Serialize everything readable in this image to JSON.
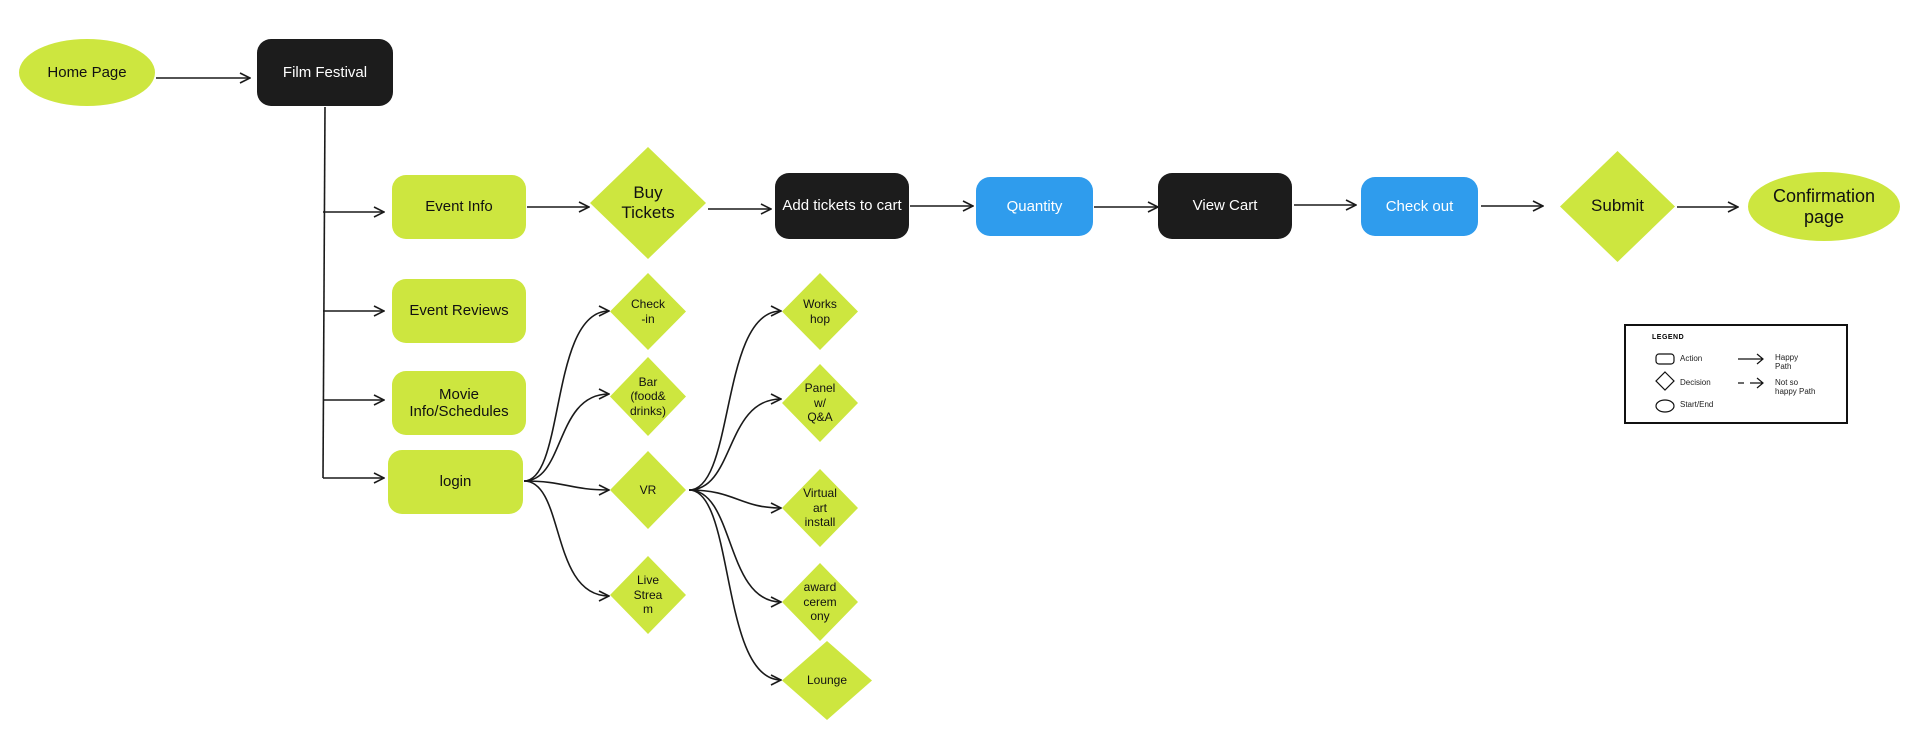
{
  "nodes": {
    "home": "Home Page",
    "film_festival": "Film Festival",
    "event_info": "Event Info",
    "event_reviews": "Event Reviews",
    "movie_info": "Movie\nInfo/Schedules",
    "login": "login",
    "buy_tickets": "Buy\nTickets",
    "add_tickets": "Add tickets to cart",
    "quantity": "Quantity",
    "view_cart": "View Cart",
    "check_out": "Check out",
    "submit": "Submit",
    "confirmation": "Confirmation\npage",
    "check_in": "Check\n-in",
    "bar": "Bar\n(food&\ndrinks)",
    "vr": "VR",
    "live_stream": "Live\nStrea\nm",
    "workshop": "Works\nhop",
    "panel": "Panel\nw/\nQ&A",
    "virtual_art": "Virtual\nart\ninstall",
    "award": "award\ncerem\nony",
    "lounge": "Lounge"
  },
  "legend": {
    "title": "LEGEND",
    "action": "Action",
    "decision": "Decision",
    "start_end": "Start/End",
    "happy": "Happy\nPath",
    "not_happy": "Not so\nhappy Path"
  },
  "colors": {
    "lime": "#cde63f",
    "black": "#1c1c1c",
    "blue": "#2f9ced",
    "line": "#1a1a1a"
  }
}
